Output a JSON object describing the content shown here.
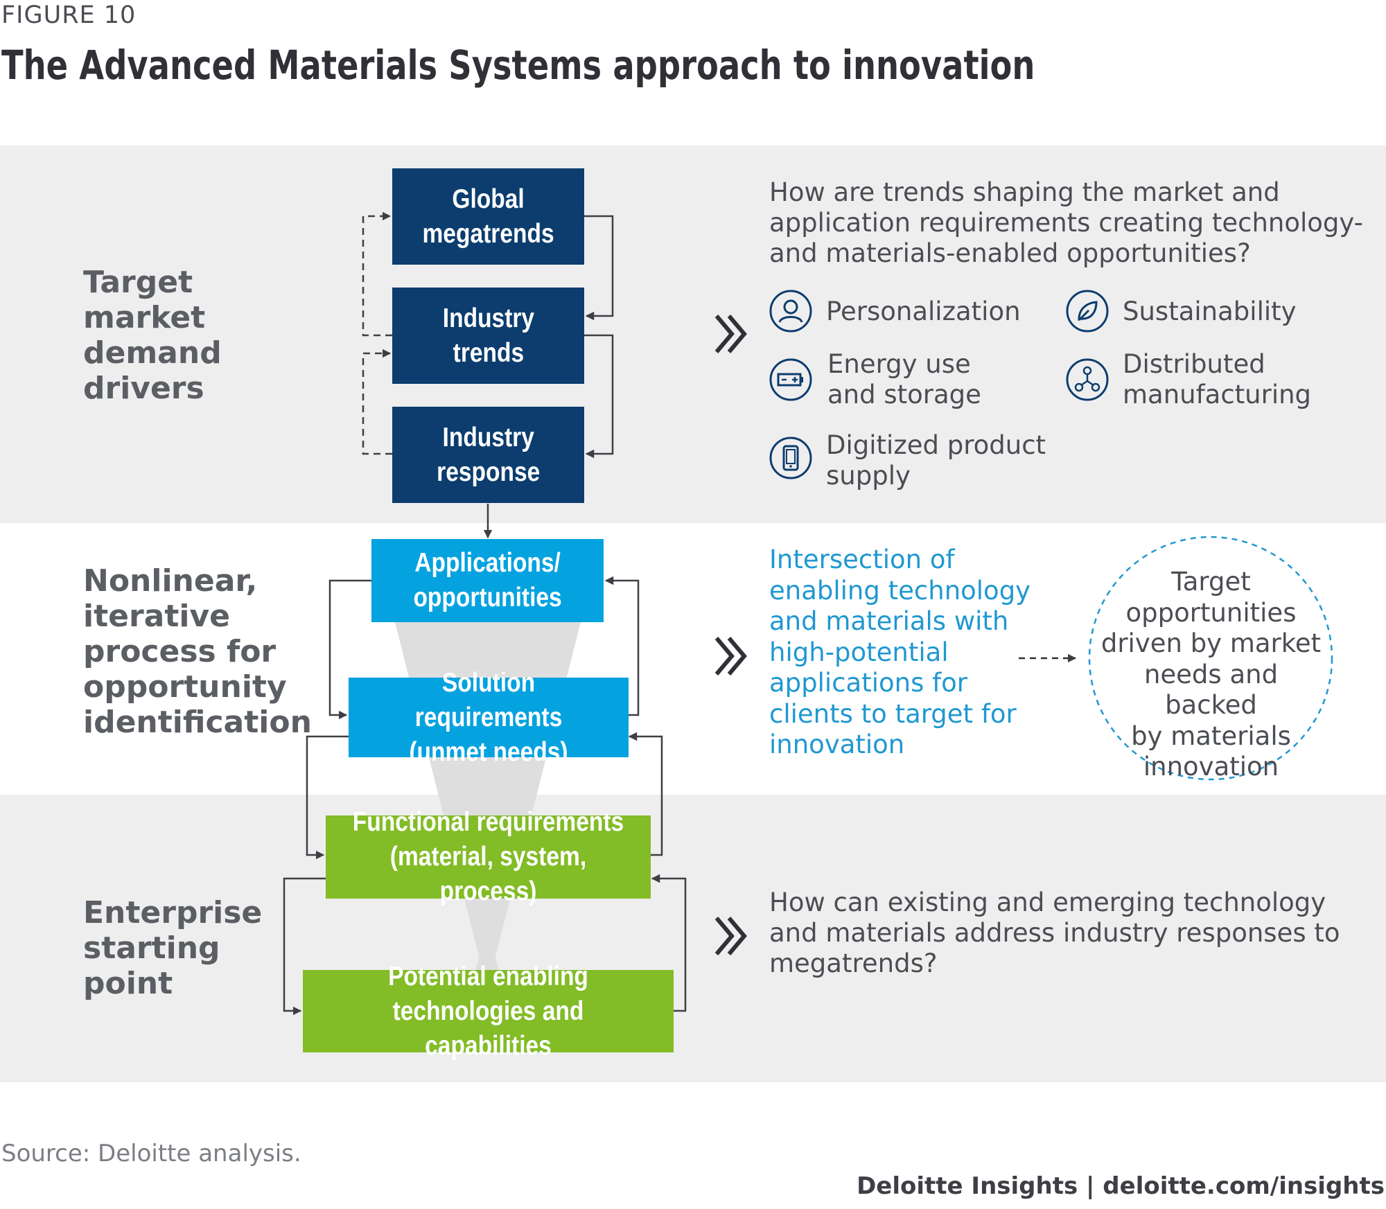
{
  "figure_label": "FIGURE 10",
  "title": "The Advanced Materials Systems approach to innovation",
  "rows": [
    {
      "label": "Target\nmarket\ndemand\ndrivers"
    },
    {
      "label": "Nonlinear,\niterative\nprocess for\nopportunity\nidentification"
    },
    {
      "label": "Enterprise\nstarting\npoint"
    }
  ],
  "boxes": {
    "global_megatrends": "Global\nmegatrends",
    "industry_trends": "Industry\ntrends",
    "industry_response": "Industry\nresponse",
    "applications": "Applications/\nopportunities",
    "solution_requirements": "Solution requirements\n(unmet needs)",
    "functional_requirements": "Functional requirements\n(material, system, process)",
    "potential_enabling": "Potential enabling\ntechnologies and capabilities"
  },
  "question_top": "How are trends shaping the market and\napplication requirements creating technology-\nand materials-enabled opportunities?",
  "trends": [
    {
      "label": "Personalization",
      "icon": "person-icon"
    },
    {
      "label": "Sustainability",
      "icon": "leaf-icon"
    },
    {
      "label": "Energy use\nand storage",
      "icon": "battery-icon"
    },
    {
      "label": "Distributed\nmanufacturing",
      "icon": "network-icon"
    },
    {
      "label": "Digitized product\nsupply",
      "icon": "phone-icon"
    }
  ],
  "intersection_text": "Intersection of\nenabling technology\nand materials with\nhigh-potential\napplications for\nclients to target for\ninnovation",
  "target_text": "Target\nopportunities\ndriven by market\nneeds and backed\nby materials\ninnovation",
  "question_bottom": "How can existing and emerging technology\nand materials address industry responses to\nmegatrends?",
  "source": "Source: Deloitte analysis.",
  "footer": "Deloitte Insights | deloitte.com/insights",
  "colors": {
    "navy": "#0c3d6e",
    "sky_blue": "#05a2e0",
    "green": "#82bc26",
    "band_gray": "#efeeef",
    "accent_text": "#1f98d2"
  }
}
